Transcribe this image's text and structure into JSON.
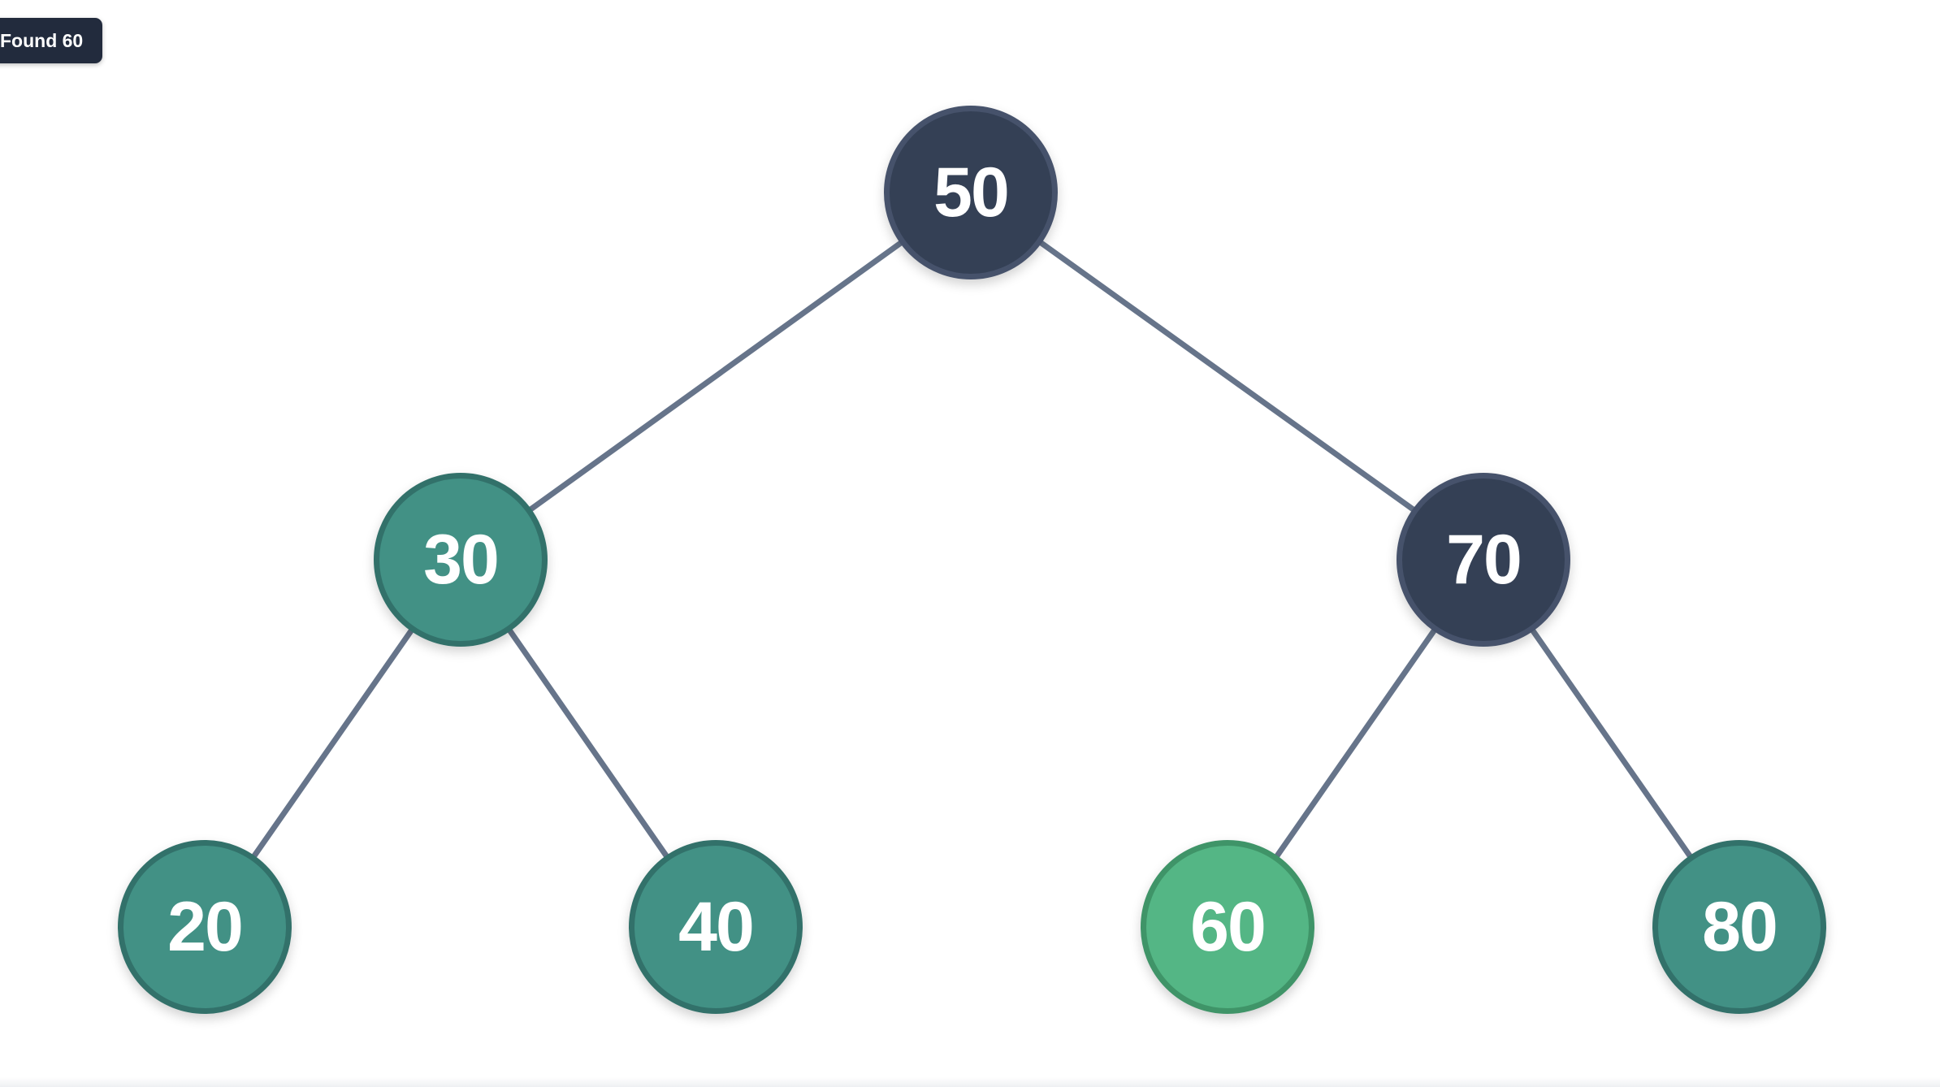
{
  "status": {
    "text": "Found 60"
  },
  "colors": {
    "path_node": "#344055",
    "subtree_node": "#429185",
    "found_node": "#54b685",
    "edge": "#66748a",
    "badge": "#222b3d"
  },
  "tree": {
    "nodes": [
      {
        "id": "n50",
        "label": "50",
        "state": "path"
      },
      {
        "id": "n30",
        "label": "30",
        "state": "sub"
      },
      {
        "id": "n70",
        "label": "70",
        "state": "path"
      },
      {
        "id": "n20",
        "label": "20",
        "state": "sub"
      },
      {
        "id": "n40",
        "label": "40",
        "state": "sub"
      },
      {
        "id": "n60",
        "label": "60",
        "state": "found"
      },
      {
        "id": "n80",
        "label": "80",
        "state": "sub"
      }
    ],
    "edges": [
      [
        "n50",
        "n30"
      ],
      [
        "n50",
        "n70"
      ],
      [
        "n30",
        "n20"
      ],
      [
        "n30",
        "n40"
      ],
      [
        "n70",
        "n60"
      ],
      [
        "n70",
        "n80"
      ]
    ]
  }
}
